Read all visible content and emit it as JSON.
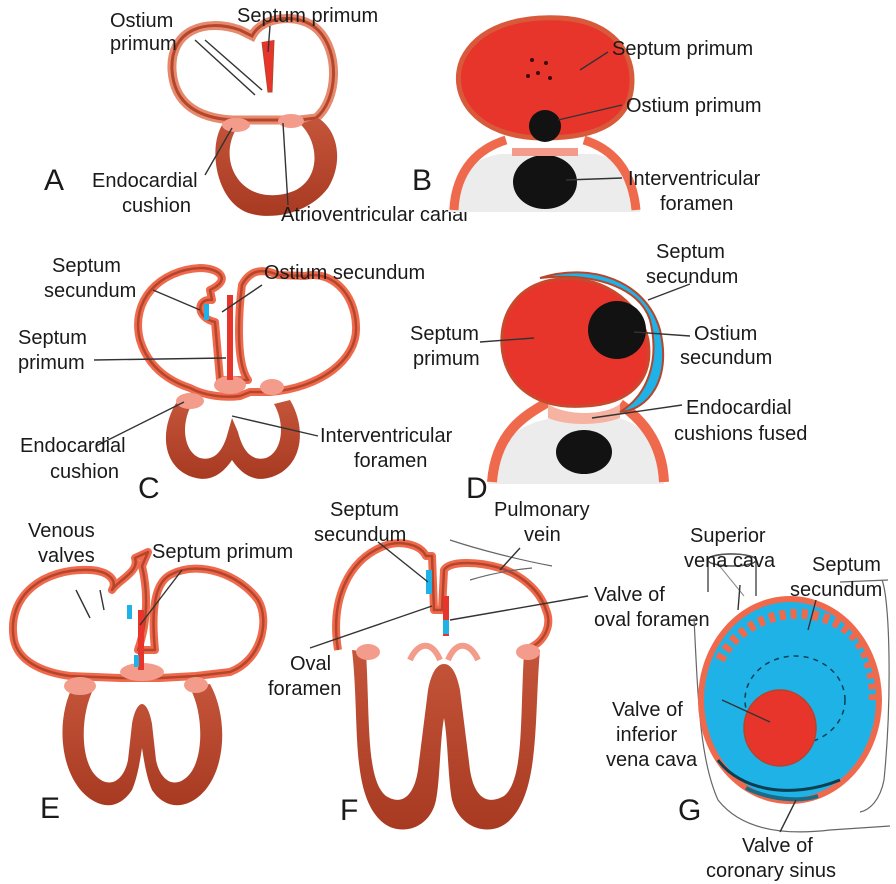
{
  "colors": {
    "wall": "#b5452b",
    "wall_light": "#f4c6b5",
    "cushion": "#f39c8b",
    "septum_primum": "#e8352b",
    "septum_secundum": "#1fb2e6",
    "opening": "#121212",
    "line": "#333333"
  },
  "panels": {
    "A": {
      "letter": "A",
      "ostium_primum": [
        "Ostium",
        "primum"
      ],
      "septum_primum": "Septum primum",
      "endocardial_cushion": [
        "Endocardial",
        "cushion"
      ],
      "atrioventricular_canal": "Atrioventricular canal"
    },
    "B": {
      "letter": "B",
      "septum_primum": "Septum primum",
      "ostium_primum": "Ostium primum",
      "interventricular_foramen": [
        "Interventricular",
        "foramen"
      ]
    },
    "C": {
      "letter": "C",
      "septum_secundum": [
        "Septum",
        "secundum"
      ],
      "ostium_secundum": "Ostium secundum",
      "septum_primum": [
        "Septum",
        "primum"
      ],
      "endocardial_cushion": [
        "Endocardial",
        "cushion"
      ],
      "interventricular_foramen": [
        "Interventricular",
        "foramen"
      ]
    },
    "D": {
      "letter": "D",
      "septum_secundum": [
        "Septum",
        "secundum"
      ],
      "septum_primum": [
        "Septum",
        "primum"
      ],
      "ostium_secundum": [
        "Ostium",
        "secundum"
      ],
      "endocardial_cushions_fused": [
        "Endocardial",
        "cushions fused"
      ]
    },
    "E": {
      "letter": "E",
      "venous_valves": [
        "Venous",
        "valves"
      ],
      "septum_primum": "Septum primum"
    },
    "F": {
      "letter": "F",
      "septum_secundum": [
        "Septum",
        "secundum"
      ],
      "pulmonary_vein": [
        "Pulmonary",
        "vein"
      ],
      "valve_of_oval_foramen": [
        "Valve of",
        "oval foramen"
      ],
      "oval_foramen": [
        "Oval",
        "foramen"
      ]
    },
    "G": {
      "letter": "G",
      "superior_vena_cava": [
        "Superior",
        "vena cava"
      ],
      "septum_secundum": [
        "Septum",
        "secundum"
      ],
      "valve_of_inferior_vena_cava": [
        "Valve of",
        "inferior",
        "vena cava"
      ],
      "valve_of_coronary_sinus": [
        "Valve of",
        "coronary sinus"
      ]
    }
  }
}
